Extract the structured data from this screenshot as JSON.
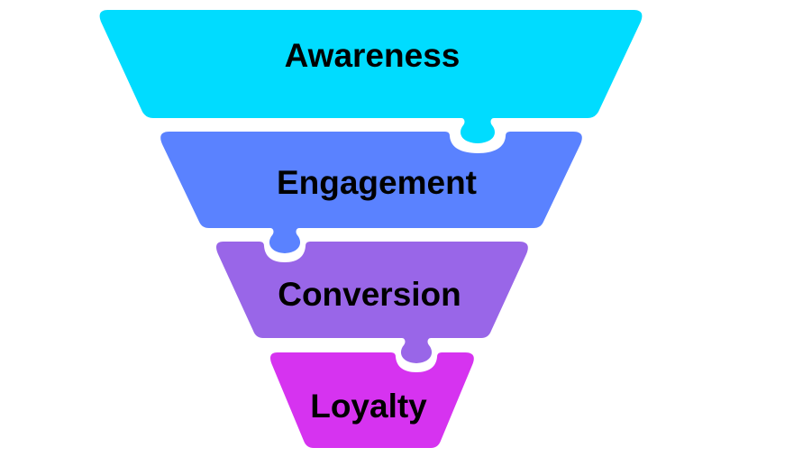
{
  "diagram": {
    "type": "funnel",
    "stages": [
      {
        "label": "Awareness",
        "color": "#00DCFF"
      },
      {
        "label": "Engagement",
        "color": "#5A82FF"
      },
      {
        "label": "Conversion",
        "color": "#9966E8"
      },
      {
        "label": "Loyalty",
        "color": "#D633F0"
      }
    ]
  }
}
